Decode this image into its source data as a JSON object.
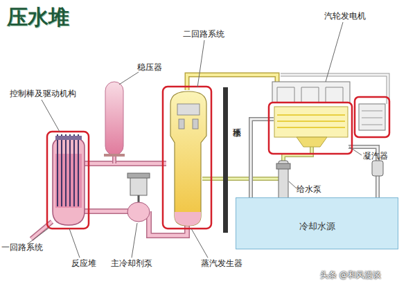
{
  "diagram": {
    "title": "压水堆",
    "nodes": [
      {
        "text": [
          "冷却水源"
        ]
      }
    ],
    "labels": [
      "汽轮发电机",
      "二回路系统",
      "稳压器",
      "控制棒及驱动机构",
      "循环水",
      "凝汽器",
      "给水泵",
      "一回路系统",
      "反应堆",
      "主冷却剂泵",
      "蒸汽发生器",
      "头条 @和风漫谈"
    ]
  }
}
